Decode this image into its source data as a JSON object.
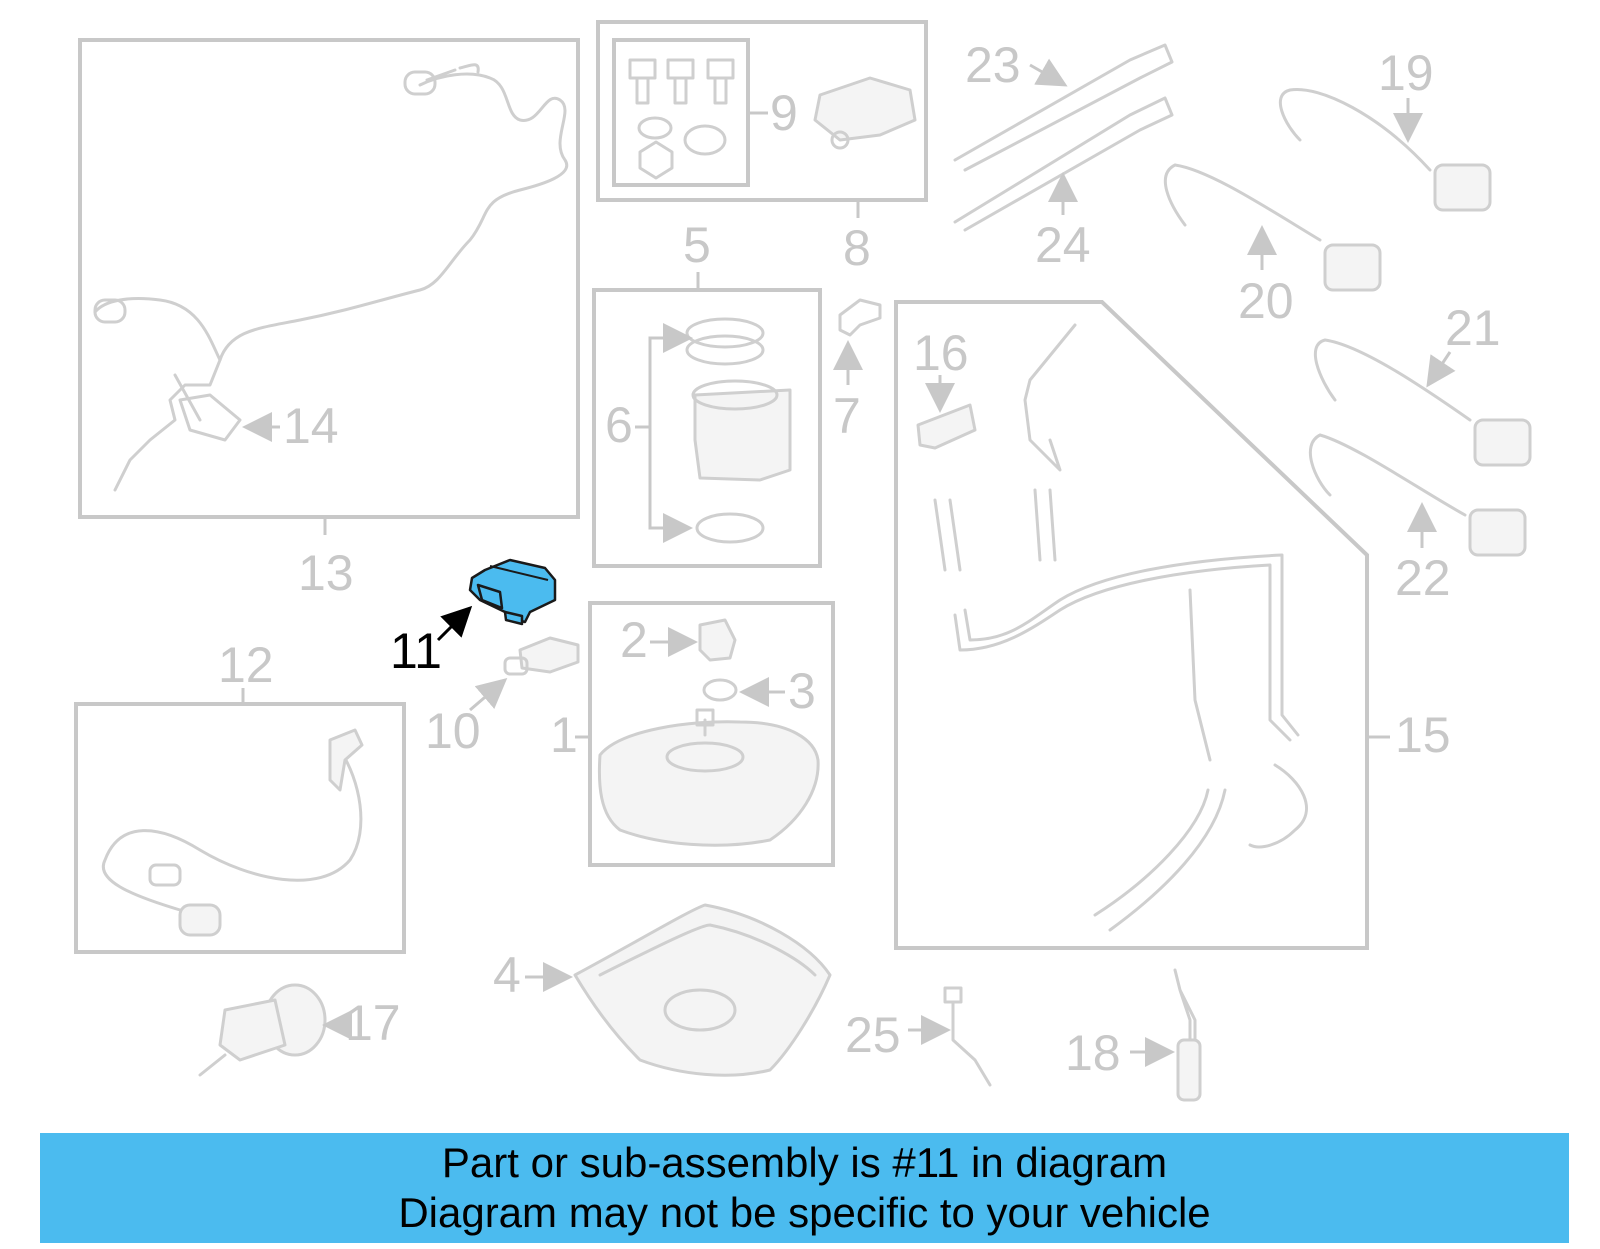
{
  "diagram": {
    "highlighted_part": "11",
    "highlight_color": "#4bbbef",
    "callouts": {
      "c1": "1",
      "c2": "2",
      "c3": "3",
      "c4": "4",
      "c5": "5",
      "c6": "6",
      "c7": "7",
      "c8": "8",
      "c9": "9",
      "c10": "10",
      "c11": "11",
      "c12": "12",
      "c13": "13",
      "c14": "14",
      "c15": "15",
      "c16": "16",
      "c17": "17",
      "c18": "18",
      "c19": "19",
      "c20": "20",
      "c21": "21",
      "c22": "22",
      "c23": "23",
      "c24": "24",
      "c25": "25"
    }
  },
  "banner": {
    "line1": "Part or sub-assembly is #11 in diagram",
    "line2": "Diagram may not be specific to your vehicle",
    "background": "#4bbbef"
  }
}
